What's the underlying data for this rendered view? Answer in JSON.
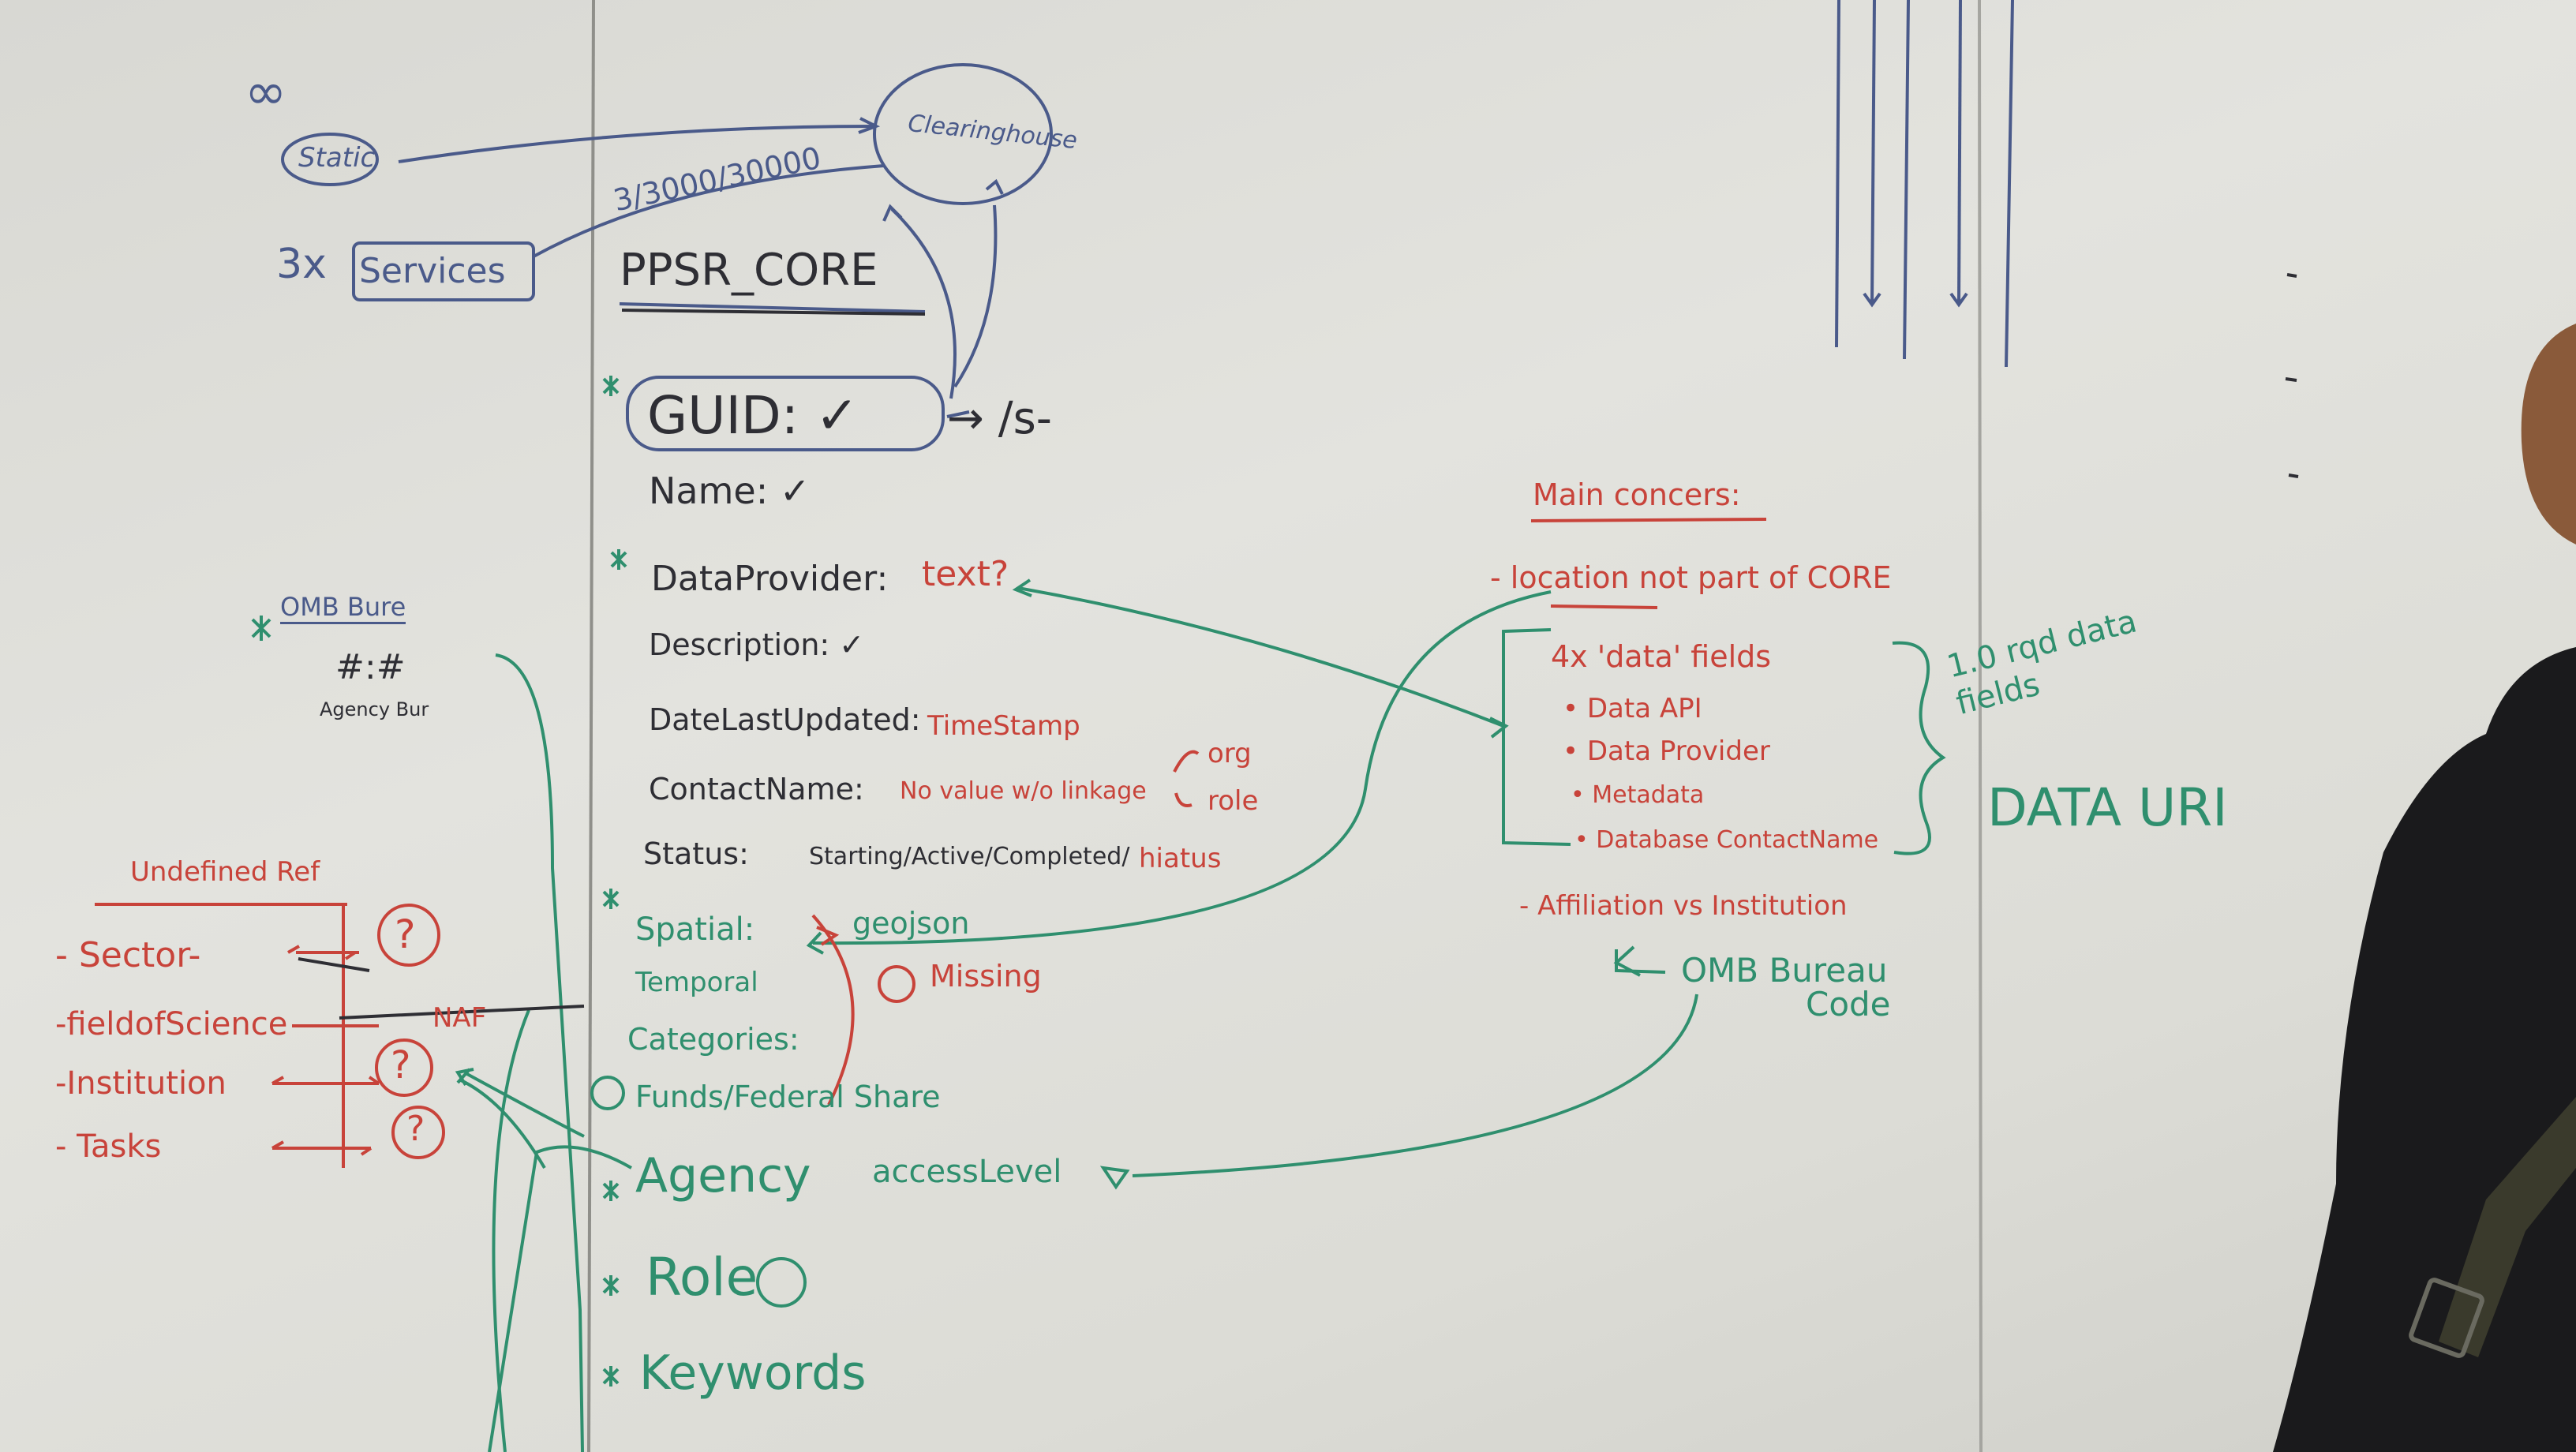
{
  "colors": {
    "board": "#e0e0db",
    "black_marker": "#2e2e34",
    "red_marker": "#c8433a",
    "green_marker": "#2f8f6e",
    "blue_marker": "#4a5a8a"
  },
  "top_left": {
    "infinity": "∞",
    "static": "Static",
    "services": "Services",
    "services_prefix": "3x",
    "clearinghouse": "Clearinghouse",
    "counts": "3/3000/30000",
    "title": "PPSR_CORE"
  },
  "core_fields": {
    "guid": "GUID: ✓",
    "guid_suffix": "→ /s-",
    "name": "Name: ✓",
    "dataprovider": "DataProvider:",
    "dataprovider_note": "text?",
    "description": "Description: ✓",
    "datelastupdated": "DateLastUpdated:",
    "datelastupdated_note": "TimeStamp",
    "contactname": "ContactName:",
    "contactname_note": "No value w/o linkage",
    "org": "org",
    "role_small": "role",
    "status": "Status:",
    "status_values": "Starting/Active/Completed/",
    "status_hiatus": "hiatus",
    "spatial": "Spatial:",
    "geojson": "geojson",
    "missing": "Missing",
    "temporal": "Temporal",
    "categories": "Categories:",
    "funds": "Funds/Federal Share",
    "agency": "Agency",
    "accesslevel": "accessLevel",
    "role": "Role",
    "keywords": "Keywords"
  },
  "left_panel": {
    "omb_title": "OMB Bure",
    "omb_hash": "#:#",
    "omb_labels": "Agency  Bur",
    "undefined_ref": "Undefined Ref",
    "items": [
      "- Sector-",
      "-fieldofScience",
      "-Institution",
      "- Tasks"
    ],
    "naf": "NAF",
    "question": "?"
  },
  "concerns": {
    "title": "Main concers:",
    "location": "- location not part of CORE",
    "data_fields": "4x 'data' fields",
    "bullets": [
      "• Data API",
      "• Data Provider",
      "• Metadata",
      "• Database ContactName"
    ],
    "affiliation": "- Affiliation vs Institution",
    "omb_code_1": "OMB Bureau",
    "omb_code_2": "Code",
    "side_note": "1.0 rqd data fields",
    "data_uri": "DATA URI"
  }
}
